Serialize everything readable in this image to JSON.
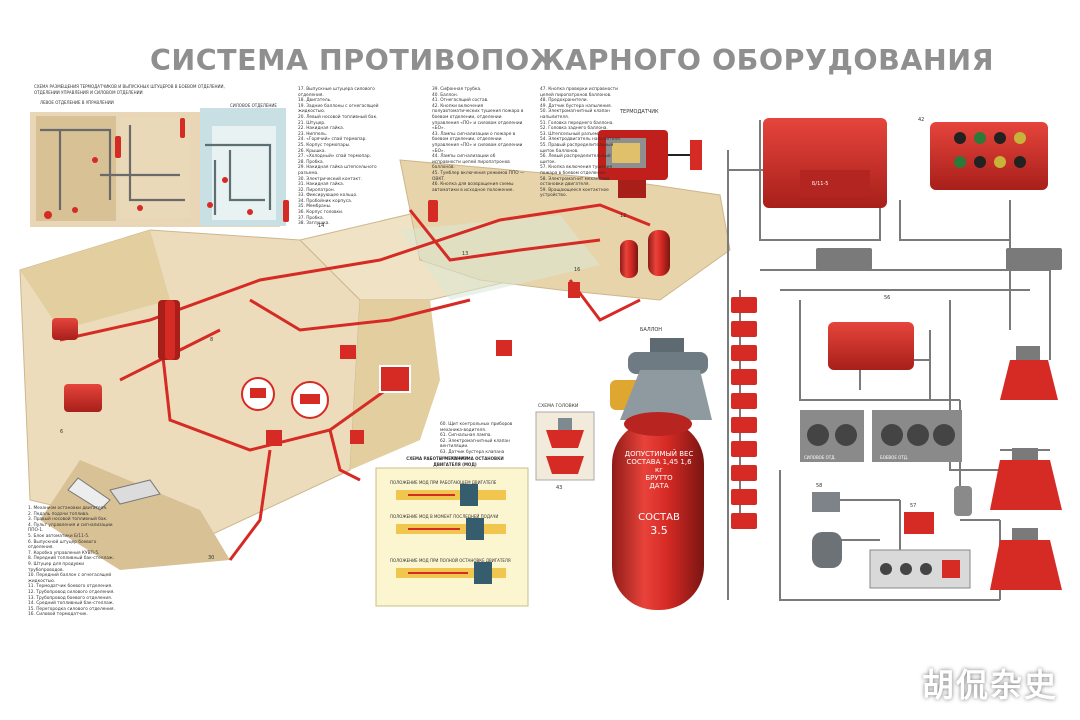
{
  "poster": {
    "title": "СИСТЕМА ПРОТИВОПОЖАРНОГО ОБОРУДОВАНИЯ",
    "watermark": "胡侃杂史"
  },
  "inset_scheme": {
    "title": "СХЕМА РАЗМЕЩЕНИЯ ТЕРМОДАТЧИКОВ И ВЫПУСКНЫХ ШТУЦЕРОВ В БОЕВОМ ОТДЕЛЕНИИ,",
    "subtitle": "ОТДЕЛЕНИИ УПРАВЛЕНИЯ И СИЛОВОМ ОТДЕЛЕНИИ",
    "label_left": "ЛЕВОЕ ОТДЕЛЕНИЕ В УПРАВЛЕНИИ",
    "label_right": "СИЛОВОЕ ОТДЕЛЕНИЕ"
  },
  "legend_col1": [
    "17. Выпускные штуцера силового",
    "отделения.",
    "18. Двигатель.",
    "19. Задние баллоны с огнегасящей",
    "жидкостью.",
    "20. Левый носовой топливный бак.",
    "21. Штуцер.",
    "22. Накидная гайка.",
    "23. Ниппель.",
    "24. «Горячий» спай термопар.",
    "25. Корпус термопары.",
    "26. Крышка.",
    "27. «Холодный» спай термопар.",
    "28. Пробка.",
    "29. Накидная гайка штепсельного",
    "разъема.",
    "30. Электрический контакт.",
    "31. Накидная гайка.",
    "32. Пиропатрон.",
    "33. Фиксирующее кольцо.",
    "34. Пробойник корпуса.",
    "35. Мембраны.",
    "36. Корпус головки.",
    "37. Пробка.",
    "38. Заглушка."
  ],
  "legend_col2": [
    "39. Сифонная трубка.",
    "40. Баллон.",
    "41. Огнегасящий состав.",
    "42. Кнопки включения",
    "полуавтоматических тушения пожара в",
    "боевом отделении, отделении",
    "управления «ПО» и силовом отделении",
    "«БО».",
    "43. Лампы сигнализации о пожаре в",
    "боевом отделении, отделении",
    "управления «ПО» и силовом отделении",
    "«БО».",
    "44. Лампы сигнализации об",
    "исправности цепей пиропатронов",
    "баллонов.",
    "45. Тумблер включения режимов ППО —",
    "ОВКТ.",
    "46. Кнопка для возвращения схемы",
    "автоматики в исходное положение."
  ],
  "legend_col3": [
    "47. Кнопка проверки исправности",
    "цепей пиропатронов баллонов.",
    "48. Предохранители.",
    "49. Датчик бустера напыления.",
    "50. Электромагнитный клапан",
    "напылителя.",
    "51. Головка переднего баллона.",
    "52. Головка заднего баллона.",
    "53. Штепсельный разъем.",
    "54. Электродвигатель напылителя.",
    "55. Правый распределительный",
    "щиток баллонов.",
    "56. Левый распределительный",
    "щиток.",
    "57. Кнопка включения тушения",
    "пожара в боевом отделении.",
    "58. Электромагнит механизма",
    "остановки двигателя.",
    "59. Вращающееся контактное",
    "устройство."
  ],
  "legend_bottom_left": [
    "1. Механизм остановки двигателя.",
    "2. Педаль подачи топлива.",
    "3. Правый носовой топливный бак.",
    "4. Пульт управления и сигнализации",
    "ППО-1.",
    "5. Блок автоматики Б/11-5.",
    "6. Выпускной штуцер боевого",
    "отделения.",
    "7. Коробка управления КУВП-5.",
    "8. Передний топливный бак-стеллаж.",
    "9. Штуцер для продувки",
    "трубопроводов.",
    "10. Передний баллон с огнегасящей",
    "жидкостью.",
    "11. Термодатчик боевого отделения.",
    "12. Трубопровод силового отделения.",
    "13. Трубопровод боевого отделения.",
    "14. Средний топливный бак-стеллаж.",
    "15. Перегородка силового отделения.",
    "16. Силовой термодатчик."
  ],
  "legend_mid": [
    "60. Щит контрольных приборов",
    "механика-водителя.",
    "61. Сигнальная лампа.",
    "62. Электромагнитный клапан",
    "вентиляции.",
    "63. Датчик бустера клапана",
    "вентиляции."
  ],
  "engine_stop": {
    "title": "СХЕМА РАБОТЫ МЕХАНИЗМА ОСТАНОВКИ",
    "subtitle": "ДВИГАТЕЛЯ (МОД)",
    "row1": "ПОЛОЖЕНИЕ МОД ПРИ РАБОТАЮЩЕМ ДВИГАТЕЛЕ",
    "row2": "ПОЛОЖЕНИЕ МОД В МОМЕНТ ПОСЛЕДНЕЙ ПОДАЧИ",
    "row3": "ПОЛОЖЕНИЕ МОД ПРИ ПОЛНОЙ ОСТАНОВКЕ ДВИГАТЕЛЯ"
  },
  "labels": {
    "thermo": "ТЕРМОДАТЧИК",
    "balloon": "БАЛЛОН",
    "head_scheme": "СХЕМА ГОЛОВКИ",
    "num_43": "43",
    "num_56": "56",
    "num_57": "57",
    "num_58": "58",
    "num_30": "30",
    "num_6": "6",
    "num_8": "8",
    "num_12": "12",
    "num_13": "13",
    "num_14": "14",
    "num_16": "16",
    "num_42": "42"
  },
  "cylinder": {
    "line1": "ДОПУСТИМЫЙ ВЕС",
    "line2": "СОСТАВА  1,45  1,6 кг",
    "line3": "БРУТТО",
    "line4": "ДАТА",
    "line5": "СОСТАВ",
    "line6": "3.5"
  },
  "control_box": {
    "label": "Б/11-5",
    "panel_a": "СИЛОВОЕ ОТД.",
    "panel_b": "БОЕВОЕ ОТД."
  },
  "colors": {
    "red": "#d62a24",
    "dark_red": "#8f1c18",
    "tan": "#ecdcbb",
    "tan_shade": "#cdb78d",
    "pipe_grey": "#7a7a7a",
    "title_grey": "#8f8f8f",
    "panel_grey": "#8a8a8a"
  }
}
